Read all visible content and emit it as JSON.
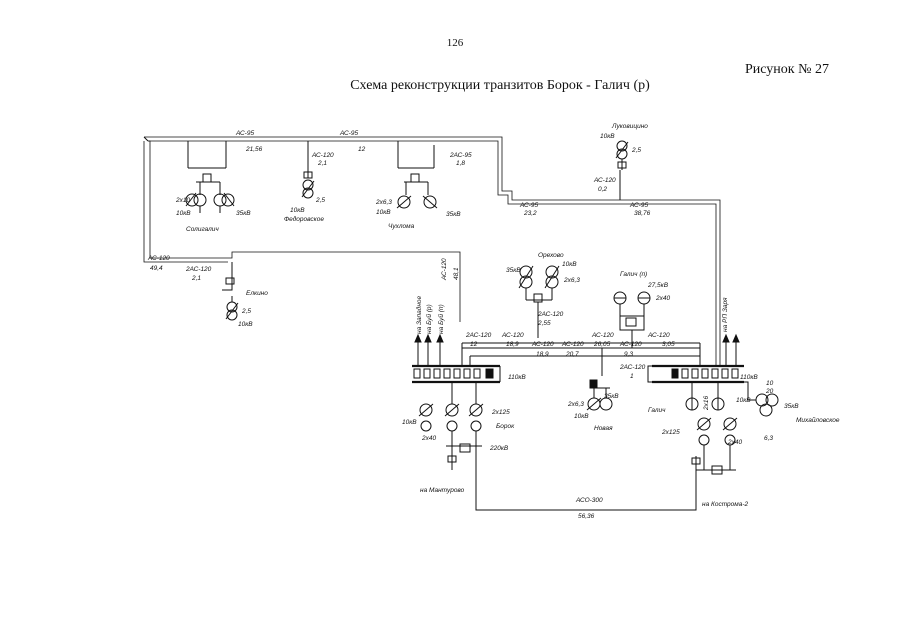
{
  "header": {
    "page_number": "126",
    "figure_label": "Рисунок № 27",
    "title": "Схема реконструкции транзитов Борок - Галич (р)"
  },
  "substations": {
    "lukovitsino": {
      "name": "Луковицино",
      "voltage": "10кВ",
      "capacity": "2,5"
    },
    "soligalich": {
      "name": "Солигалич",
      "transformers": "2х10",
      "voltage_lv": "10кВ",
      "voltage_mv": "35кВ"
    },
    "fedorovskoe": {
      "name": "Федоровское",
      "voltage": "10кВ",
      "capacity": "2,5"
    },
    "chukhloma": {
      "name": "Чухлома",
      "transformers": "2х6,3",
      "voltage_lv": "10кВ",
      "voltage_mv": "35кВ"
    },
    "elkino": {
      "name": "Елкино",
      "capacity": "2,5",
      "voltage": "10кВ"
    },
    "orekhovo": {
      "name": "Орехово",
      "voltage_mv": "35кВ",
      "voltage_lv": "10кВ",
      "transformers": "2х6,3"
    },
    "galich_p": {
      "name": "Галич (п)",
      "voltage": "27,5кВ",
      "transformers": "2х40"
    },
    "borok": {
      "name": "Борок",
      "transformers_main": "2х125",
      "transformers_aux": "2х40",
      "voltage_lv": "10кВ",
      "voltage_hv": "220кВ",
      "voltage_bus": "110кВ"
    },
    "novaya": {
      "name": "Новая",
      "transformers": "2х6,3",
      "voltage_lv": "10кВ",
      "voltage_mv": "35кВ"
    },
    "galich": {
      "name": "Галич",
      "transformers_main": "2х125",
      "transformers_aux": "2х40",
      "transformers_small": "2х16",
      "voltage_lv": "10кВ",
      "voltage_bus": "110кВ"
    },
    "mikhailovskoe": {
      "name": "Михайловское",
      "voltage_mv": "35кВ",
      "capacity_top": "10",
      "capacity_mid": "20",
      "capacity_bottom": "6,3"
    }
  },
  "lines": {
    "l_ac95_a": {
      "wire": "АС-95",
      "length": "21,56"
    },
    "l_ac95_b": {
      "wire": "АС-95",
      "length": "12"
    },
    "l_ac120_fed": {
      "wire": "АС-120",
      "length": "2,1"
    },
    "l_2ac95": {
      "wire": "2АС-95",
      "length": "1,8"
    },
    "l_ac120_luk": {
      "wire": "АС-120",
      "length": "0,2"
    },
    "l_ac95_c": {
      "wire": "АС-95",
      "length": "23,2"
    },
    "l_ac95_d": {
      "wire": "АС-95",
      "length": "38,76"
    },
    "l_ac120_west": {
      "wire": "АС-120",
      "length": "49,4"
    },
    "l_2ac120_elk": {
      "wire": "2АС-120",
      "length": "2,1"
    },
    "l_ac120_vert": {
      "wire": "АС-120",
      "length": "48,1"
    },
    "l_2ac120_ore": {
      "wire": "2АС-120",
      "length": "2,55"
    },
    "l_2ac120_b1": {
      "wire": "2АС-120",
      "length": "12"
    },
    "l_ac120_b2": {
      "wire": "АС-120",
      "length": "18,9"
    },
    "l_ac120_b3": {
      "wire": "АС-120",
      "length": "18,9"
    },
    "l_ac120_b4": {
      "wire": "АС-120",
      "length": "20,7"
    },
    "l_ac120_b5": {
      "wire": "АС-120",
      "length": "26,05"
    },
    "l_ac120_b6": {
      "wire": "АС-120",
      "length": "9,3"
    },
    "l_ac120_b7": {
      "wire": "АС-120",
      "length": "3,05"
    },
    "l_2ac120_nov": {
      "wire": "2АС-120",
      "length": "1"
    },
    "l_aso300": {
      "wire": "АСО-300",
      "length": "56,36"
    }
  },
  "directions": {
    "borok_1": "на Западное",
    "borok_2": "на Буй (р)",
    "borok_3": "на Буй (п)",
    "galich_out": "на РП Заря",
    "borok_220": "на Мантурово",
    "galich_220": "на Кострома-2"
  }
}
